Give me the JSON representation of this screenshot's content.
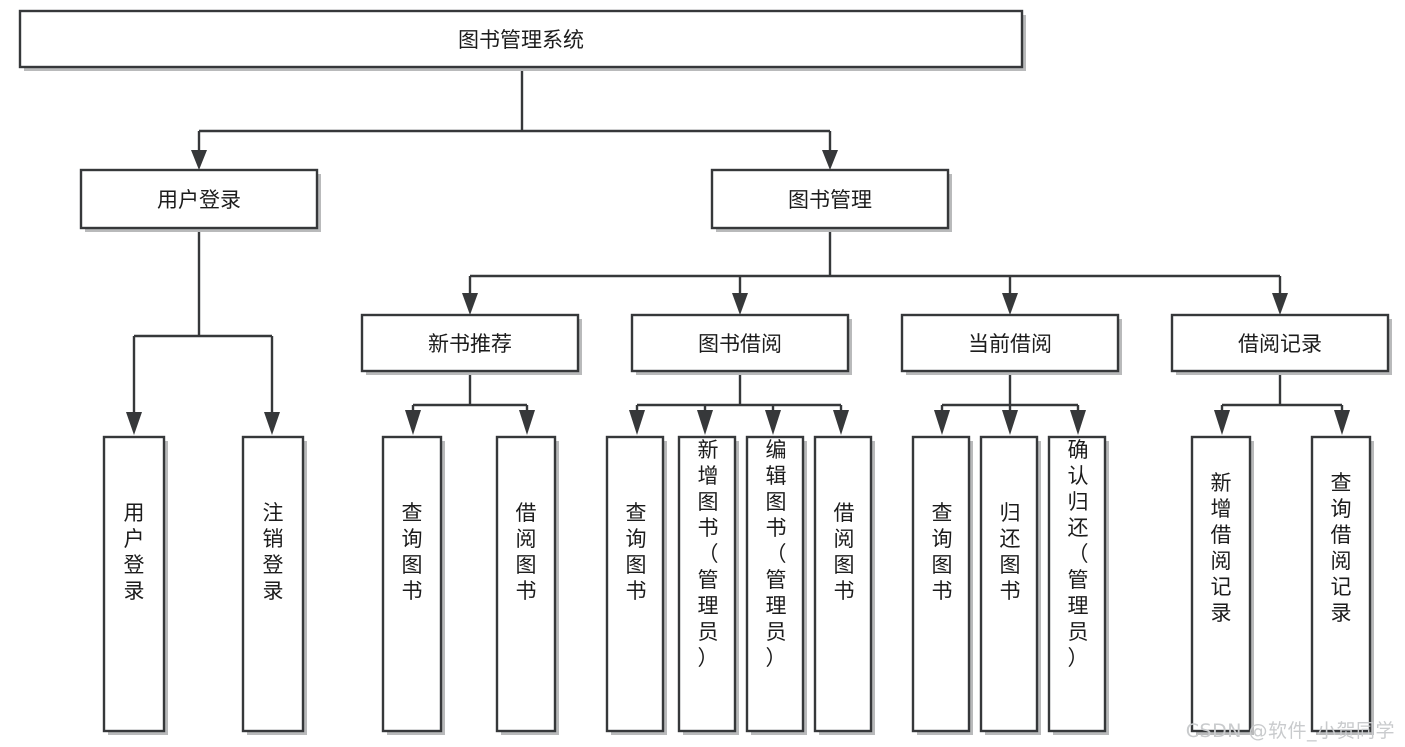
{
  "diagram": {
    "type": "tree",
    "title": "图书管理系统",
    "watermark": "CSDN @软件_小贺同学",
    "levels": {
      "root": {
        "label": "图书管理系统"
      },
      "level2": [
        {
          "id": "user-login",
          "label": "用户登录"
        },
        {
          "id": "book-manage",
          "label": "图书管理"
        }
      ],
      "level3": [
        {
          "id": "new-book-recommend",
          "label": "新书推荐",
          "parent": "book-manage"
        },
        {
          "id": "book-borrow",
          "label": "图书借阅",
          "parent": "book-manage"
        },
        {
          "id": "current-borrow",
          "label": "当前借阅",
          "parent": "book-manage"
        },
        {
          "id": "borrow-record",
          "label": "借阅记录",
          "parent": "book-manage"
        }
      ],
      "leaves": [
        {
          "id": "leaf-user-login",
          "label": "用户登录",
          "parent": "user-login"
        },
        {
          "id": "leaf-user-logout",
          "label": "注销登录",
          "parent": "user-login"
        },
        {
          "id": "leaf-query-book-1",
          "label": "查询图书",
          "parent": "new-book-recommend"
        },
        {
          "id": "leaf-borrow-book-1",
          "label": "借阅图书",
          "parent": "new-book-recommend"
        },
        {
          "id": "leaf-query-book-2",
          "label": "查询图书",
          "parent": "book-borrow"
        },
        {
          "id": "leaf-add-book",
          "label": "新增图书（管理员）",
          "parent": "book-borrow"
        },
        {
          "id": "leaf-edit-book",
          "label": "编辑图书（管理员）",
          "parent": "book-borrow"
        },
        {
          "id": "leaf-borrow-book-2",
          "label": "借阅图书",
          "parent": "book-borrow"
        },
        {
          "id": "leaf-query-book-3",
          "label": "查询图书",
          "parent": "current-borrow"
        },
        {
          "id": "leaf-return-book",
          "label": "归还图书",
          "parent": "current-borrow"
        },
        {
          "id": "leaf-confirm-return",
          "label": "确认归还（管理员）",
          "parent": "current-borrow"
        },
        {
          "id": "leaf-add-record",
          "label": "新增借阅记录",
          "parent": "borrow-record"
        },
        {
          "id": "leaf-query-record",
          "label": "查询借阅记录",
          "parent": "borrow-record"
        }
      ]
    },
    "colors": {
      "stroke": "#36383a",
      "fill": "#ffffff",
      "text": "#1c1c1c",
      "watermark": "#c9cbcd"
    }
  }
}
